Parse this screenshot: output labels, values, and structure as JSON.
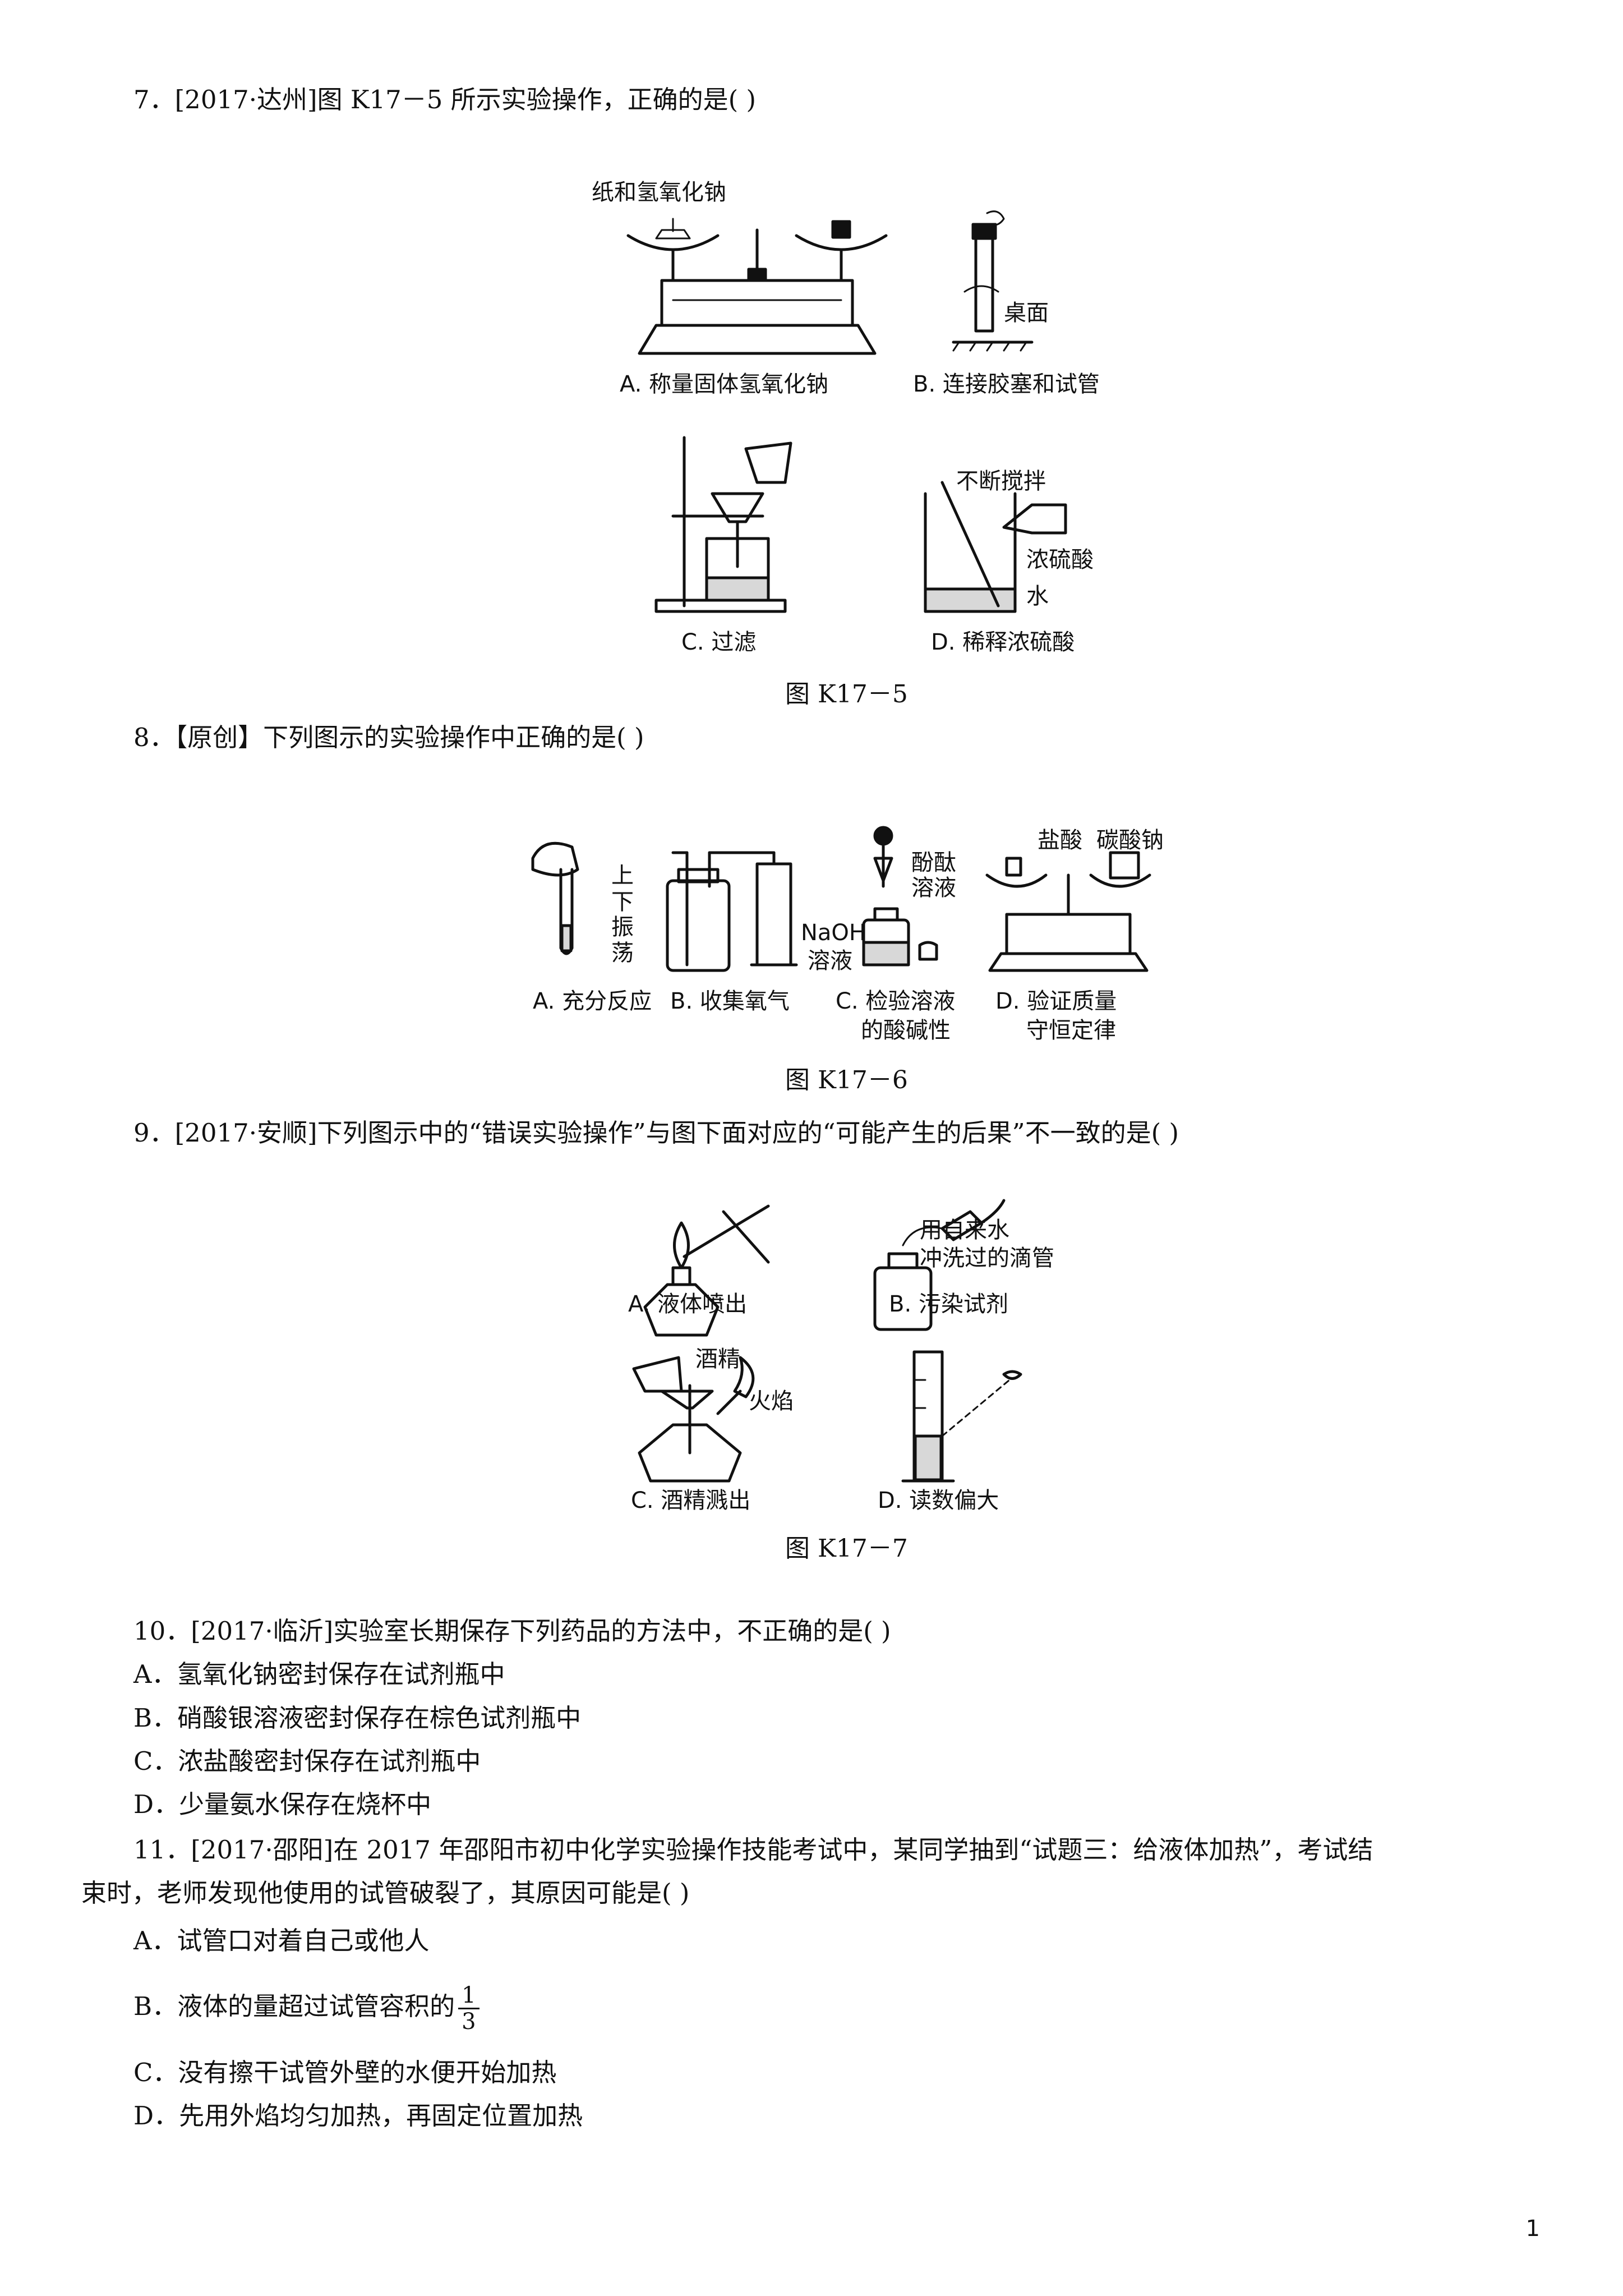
{
  "q7": {
    "stem": "7．[2017·达州]图 K17－5 所示实验操作，正确的是(      )",
    "label_naoh_paper": "纸和氢氧化钠",
    "label_desk": "桌面",
    "label_stir": "不断搅拌",
    "label_acid": "浓硫酸",
    "label_water": "水",
    "cap_a": "A. 称量固体氢氧化钠",
    "cap_b": "B. 连接胶塞和试管",
    "cap_c": "C. 过滤",
    "cap_d": "D. 稀释浓硫酸",
    "fig_title": "图 K17－5"
  },
  "q8": {
    "stem": "8．【原创】下列图示的实验操作中正确的是(      )",
    "label_up": "上",
    "label_down": "下",
    "label_shake1": "振",
    "label_shake2": "荡",
    "label_phenol1": "酚酞",
    "label_phenol2": "溶液",
    "label_naoh1": "NaOH",
    "label_naoh2": "溶液",
    "label_hcl": "盐酸",
    "label_na2co3": "碳酸钠",
    "cap_a": "A. 充分反应",
    "cap_b": "B. 收集氧气",
    "cap_c1": "C. 检验溶液",
    "cap_c2": "的酸碱性",
    "cap_d1": "D. 验证质量",
    "cap_d2": "守恒定律",
    "fig_title": "图 K17－6"
  },
  "q9": {
    "stem": "9．[2017·安顺]下列图示中的“错误实验操作”与图下面对应的“可能产生的后果”不一致的是(      )",
    "label_tap1": "用自来水",
    "label_tap2": "冲洗过的滴管",
    "label_alcohol": "酒精",
    "label_flame": "火焰",
    "cap_a": "A. 液体喷出",
    "cap_b": "B. 污染试剂",
    "cap_c": "C. 酒精溅出",
    "cap_d": "D. 读数偏大",
    "fig_title": "图 K17－7"
  },
  "q10": {
    "stem": "10．[2017·临沂]实验室长期保存下列药品的方法中，不正确的是(      )",
    "opt_a": "A．氢氧化钠密封保存在试剂瓶中",
    "opt_b": "B．硝酸银溶液密封保存在棕色试剂瓶中",
    "opt_c": "C．浓盐酸密封保存在试剂瓶中",
    "opt_d": "D．少量氨水保存在烧杯中"
  },
  "q11": {
    "stem": "11．[2017·邵阳]在 2017 年邵阳市初中化学实验操作技能考试中，某同学抽到“试题三：给液体加热”，考试结",
    "stem_cont": "束时，老师发现他使用的试管破裂了，其原因可能是(      )",
    "opt_a": "A．试管口对着自己或他人",
    "opt_b": "B．液体的量超过试管容积的",
    "opt_b_num": "1",
    "opt_b_den": "3",
    "opt_c": "C．没有擦干试管外壁的水便开始加热",
    "opt_d": "D．先用外焰均匀加热，再固定位置加热"
  },
  "page_number": "1"
}
